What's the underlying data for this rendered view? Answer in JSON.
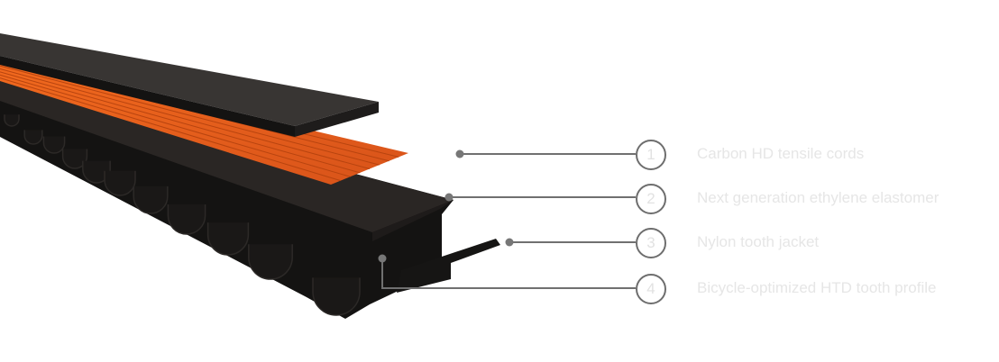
{
  "title": "Belt construction diagram",
  "colors": {
    "cords": "#e8621c",
    "belt": "#1c1a19",
    "leader": "#707070",
    "label_text": "#e6e6e6"
  },
  "callouts": [
    {
      "number": "1",
      "label": "Carbon HD tensile cords"
    },
    {
      "number": "2",
      "label": "Next generation ethylene elastomer"
    },
    {
      "number": "3",
      "label": "Nylon tooth jacket"
    },
    {
      "number": "4",
      "label": "Bicycle-optimized HTD tooth profile"
    }
  ]
}
